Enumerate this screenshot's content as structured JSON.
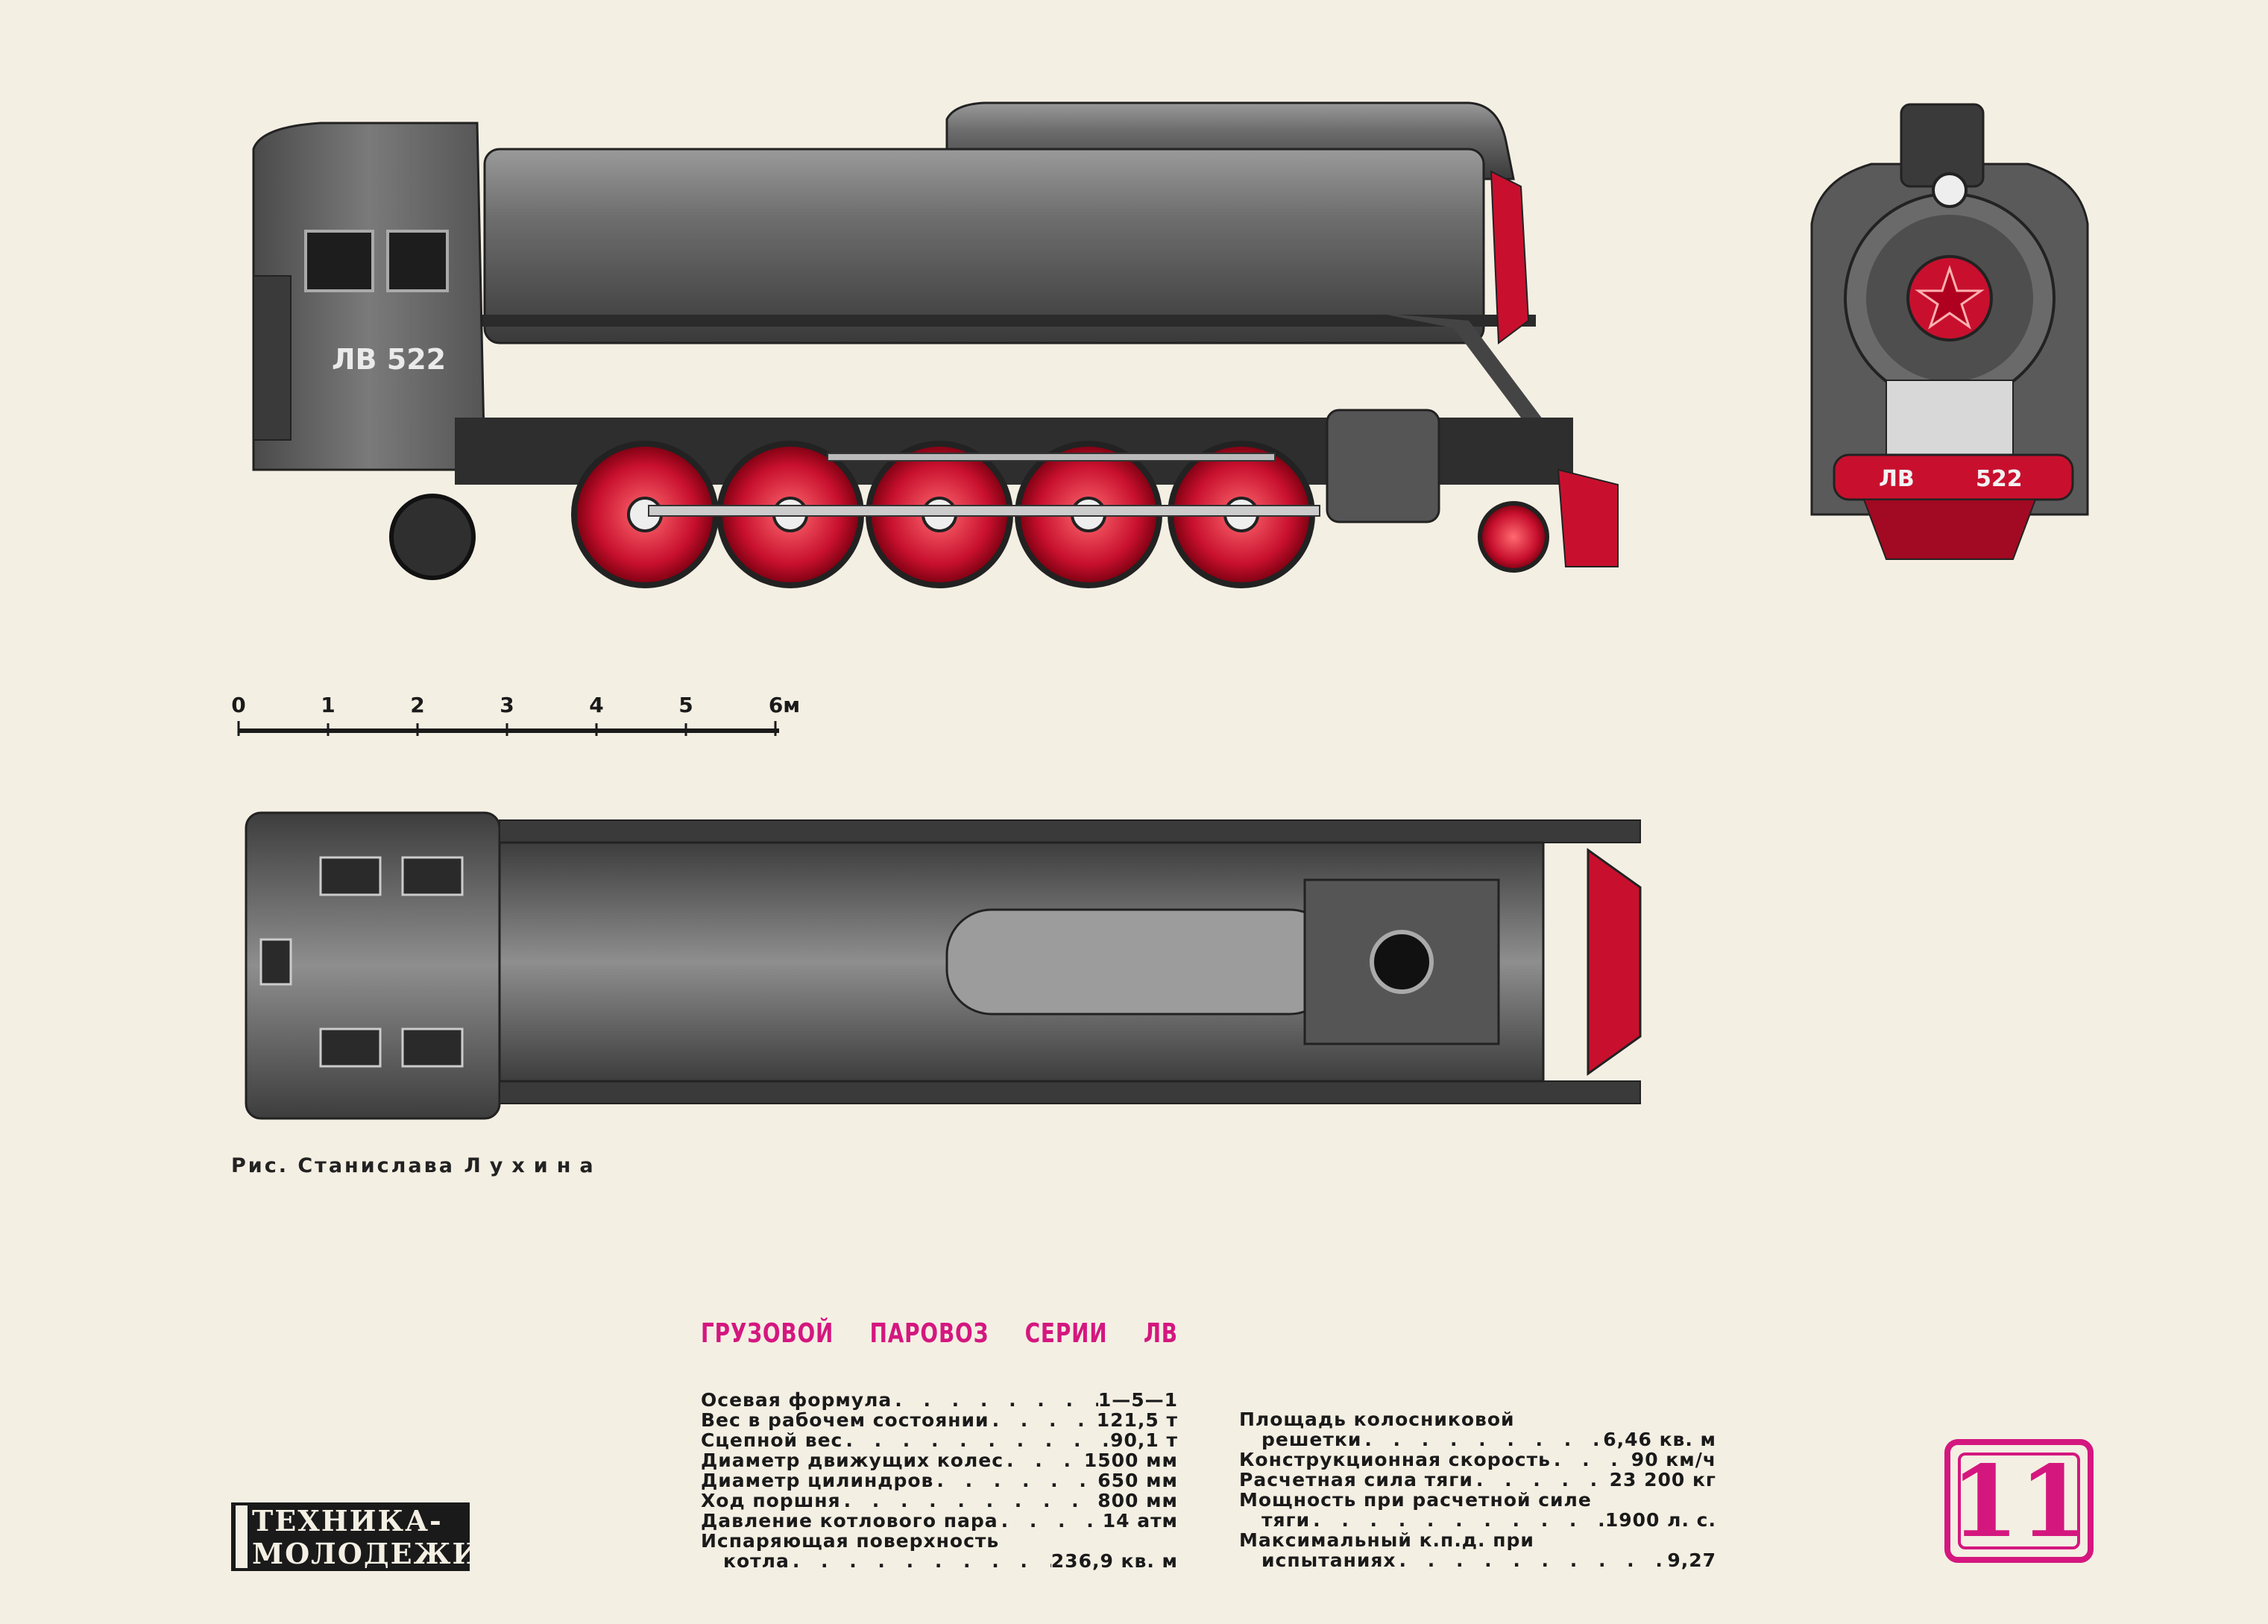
{
  "locomotive": {
    "number_plate": "ЛВ 522",
    "front_plate_left": "ЛВ",
    "front_plate_right": "522",
    "colors": {
      "body": "#555555",
      "body_light": "#8a8a8a",
      "wheel_red": "#c8102e",
      "accent_pink": "#d4177f"
    }
  },
  "scale_bar": {
    "ticks": [
      "0",
      "1",
      "2",
      "3",
      "4",
      "5",
      "6м"
    ]
  },
  "credit": {
    "prefix": "Рис. Станислава",
    "name": "Лухина"
  },
  "spec_title": "ГРУЗОВОЙ ПАРОВОЗ СЕРИИ ЛВ",
  "specs_left": [
    {
      "label": "Осевая формула",
      "value": "1—5—1",
      "sub": false
    },
    {
      "label": "Вес в рабочем состоянии",
      "value": "121,5 т",
      "sub": false
    },
    {
      "label": "Сцепной вес",
      "value": "90,1 т",
      "sub": false
    },
    {
      "label": "Диаметр движущих колес",
      "value": "1500 мм",
      "sub": false
    },
    {
      "label": "Диаметр цилиндров",
      "value": "650 мм",
      "sub": false
    },
    {
      "label": "Ход поршня",
      "value": "800 мм",
      "sub": false
    },
    {
      "label": "Давление котлового пара",
      "value": "14 атм",
      "sub": false
    },
    {
      "label": "Испаряющая поверхность",
      "value": "",
      "sub": false
    },
    {
      "label": "котла",
      "value": "236,9 кв. м",
      "sub": true
    }
  ],
  "specs_right": [
    {
      "label": "Площадь колосниковой",
      "value": "",
      "sub": false
    },
    {
      "label": "решетки",
      "value": "6,46 кв. м",
      "sub": true
    },
    {
      "label": "Конструкционная скорость",
      "value": "90 км/ч",
      "sub": false
    },
    {
      "label": "Расчетная сила тяги",
      "value": "23 200 кг",
      "sub": false
    },
    {
      "label": "Мощность при расчетной силе",
      "value": "",
      "sub": false
    },
    {
      "label": "тяги",
      "value": "1900 л. с.",
      "sub": true
    },
    {
      "label": "Максимальный к.п.д. при",
      "value": "",
      "sub": false
    },
    {
      "label": "испытаниях",
      "value": "9,27",
      "sub": true
    }
  ],
  "magazine": {
    "line1": "ТЕХНИКА-",
    "line2": "МОЛОДЕЖИ"
  },
  "page_number": "11"
}
